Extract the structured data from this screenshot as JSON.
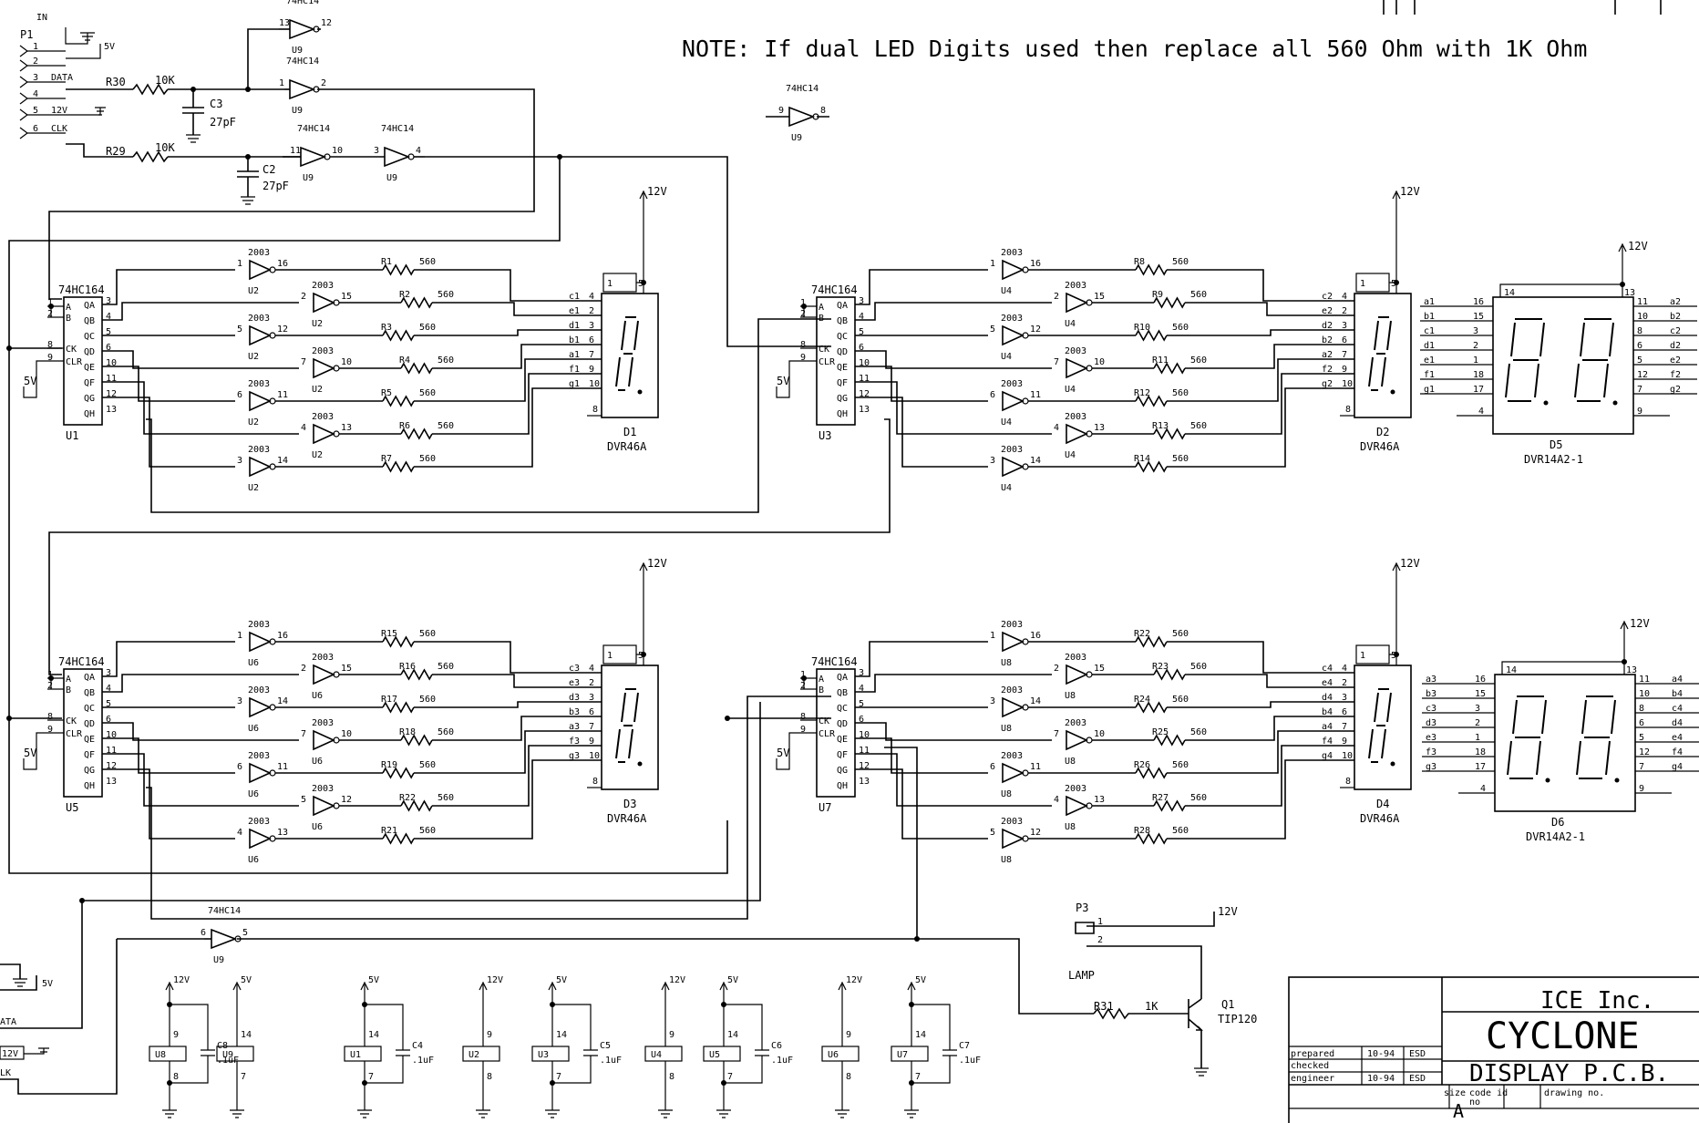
{
  "note": "NOTE:  If dual LED Digits used then replace all 560 Ohm with 1K Ohm",
  "connector_p1": {
    "ref": "P1",
    "label": "IN",
    "pins": [
      "1",
      "2",
      "3",
      "4",
      "5",
      "6"
    ],
    "signals": [
      "",
      "",
      "DATA",
      "",
      "12V",
      "CLK"
    ]
  },
  "connector_p3": {
    "ref": "P3",
    "label": "LAMP",
    "pins": [
      "1",
      "2"
    ]
  },
  "power": {
    "v5": "5V",
    "v12": "12V"
  },
  "input_network": {
    "r30": "R30",
    "r30_val": "10K",
    "r29": "R29",
    "r29_val": "10K",
    "c3": "C3",
    "c3_val": "27pF",
    "c2": "C2",
    "c2_val": "27pF"
  },
  "u9_gates": [
    {
      "part": "74HC14",
      "in": "13",
      "out": "12",
      "ref": "U9"
    },
    {
      "part": "74HC14",
      "in": "1",
      "out": "2",
      "ref": "U9"
    },
    {
      "part": "74HC14",
      "in": "11",
      "out": "10",
      "ref": "U9"
    },
    {
      "part": "74HC14",
      "in": "3",
      "out": "4",
      "ref": "U9"
    },
    {
      "part": "74HC14",
      "in": "9",
      "out": "8",
      "ref": "U9"
    },
    {
      "part": "74HC14",
      "in": "6",
      "out": "5",
      "ref": "U9"
    }
  ],
  "shift_registers": [
    {
      "ref": "U1",
      "part": "74HC164"
    },
    {
      "ref": "U3",
      "part": "74HC164"
    },
    {
      "ref": "U5",
      "part": "74HC164"
    },
    {
      "ref": "U7",
      "part": "74HC164"
    }
  ],
  "sr_pins": {
    "in_labels": [
      "A",
      "B",
      "CK",
      "CLR"
    ],
    "in_nums": [
      "1",
      "2",
      "8",
      "9"
    ],
    "out_labels": [
      "QA",
      "QB",
      "QC",
      "QD",
      "QE",
      "QF",
      "QG",
      "QH"
    ],
    "out_nums": [
      "3",
      "4",
      "5",
      "6",
      "10",
      "11",
      "12",
      "13"
    ]
  },
  "drivers": {
    "part": "2003",
    "refs": [
      "U2",
      "U4",
      "U6",
      "U8"
    ]
  },
  "bank1_rows": [
    {
      "in": "1",
      "out": "16",
      "r": "R1",
      "val": "560",
      "seg": "c1",
      "pin": "4"
    },
    {
      "in": "2",
      "out": "15",
      "r": "R2",
      "val": "560",
      "seg": "e1",
      "pin": "2"
    },
    {
      "in": "5",
      "out": "12",
      "r": "R3",
      "val": "560",
      "seg": "d1",
      "pin": "3"
    },
    {
      "in": "7",
      "out": "10",
      "r": "R4",
      "val": "560",
      "seg": "b1",
      "pin": "6"
    },
    {
      "in": "6",
      "out": "11",
      "r": "R5",
      "val": "560",
      "seg": "a1",
      "pin": "7"
    },
    {
      "in": "4",
      "out": "13",
      "r": "R6",
      "val": "560",
      "seg": "f1",
      "pin": "9"
    },
    {
      "in": "3",
      "out": "14",
      "r": "R7",
      "val": "560",
      "seg": "g1",
      "pin": "10"
    }
  ],
  "bank2_rows": [
    {
      "in": "1",
      "out": "16",
      "r": "R8",
      "val": "560",
      "seg": "c2",
      "pin": "4"
    },
    {
      "in": "2",
      "out": "15",
      "r": "R9",
      "val": "560",
      "seg": "e2",
      "pin": "2"
    },
    {
      "in": "5",
      "out": "12",
      "r": "R10",
      "val": "560",
      "seg": "d2",
      "pin": "3"
    },
    {
      "in": "7",
      "out": "10",
      "r": "R11",
      "val": "560",
      "seg": "b2",
      "pin": "6"
    },
    {
      "in": "6",
      "out": "11",
      "r": "R12",
      "val": "560",
      "seg": "a2",
      "pin": "7"
    },
    {
      "in": "4",
      "out": "13",
      "r": "R13",
      "val": "560",
      "seg": "f2",
      "pin": "9"
    },
    {
      "in": "3",
      "out": "14",
      "r": "R14",
      "val": "560",
      "seg": "g2",
      "pin": "10"
    }
  ],
  "bank3_rows": [
    {
      "in": "1",
      "out": "16",
      "r": "R15",
      "val": "560",
      "seg": "c3",
      "pin": "4"
    },
    {
      "in": "2",
      "out": "15",
      "r": "R16",
      "val": "560",
      "seg": "e3",
      "pin": "2"
    },
    {
      "in": "3",
      "out": "14",
      "r": "R17",
      "val": "560",
      "seg": "d3",
      "pin": "3"
    },
    {
      "in": "7",
      "out": "10",
      "r": "R18",
      "val": "560",
      "seg": "b3",
      "pin": "6"
    },
    {
      "in": "6",
      "out": "11",
      "r": "R19",
      "val": "560",
      "seg": "a3",
      "pin": "7"
    },
    {
      "in": "5",
      "out": "12",
      "r": "R22",
      "val": "560",
      "seg": "f3",
      "pin": "9"
    },
    {
      "in": "4",
      "out": "13",
      "r": "R21",
      "val": "560",
      "seg": "g3",
      "pin": "10"
    }
  ],
  "bank4_rows": [
    {
      "in": "1",
      "out": "16",
      "r": "R22",
      "val": "560",
      "seg": "c4",
      "pin": "4"
    },
    {
      "in": "2",
      "out": "15",
      "r": "R23",
      "val": "560",
      "seg": "e4",
      "pin": "2"
    },
    {
      "in": "3",
      "out": "14",
      "r": "R24",
      "val": "560",
      "seg": "d4",
      "pin": "3"
    },
    {
      "in": "7",
      "out": "10",
      "r": "R25",
      "val": "560",
      "seg": "b4",
      "pin": "6"
    },
    {
      "in": "6",
      "out": "11",
      "r": "R26",
      "val": "560",
      "seg": "a4",
      "pin": "7"
    },
    {
      "in": "4",
      "out": "13",
      "r": "R27",
      "val": "560",
      "seg": "f4",
      "pin": "9"
    },
    {
      "in": "5",
      "out": "12",
      "r": "R28",
      "val": "560",
      "seg": "g4",
      "pin": "10"
    }
  ],
  "single_digits": [
    {
      "ref": "D1",
      "part": "DVR46A",
      "pin_l": "1",
      "pin_r": "5",
      "dp": "8"
    },
    {
      "ref": "D2",
      "part": "DVR46A",
      "pin_l": "1",
      "pin_r": "5",
      "dp": "8"
    },
    {
      "ref": "D3",
      "part": "DVR46A",
      "pin_l": "1",
      "pin_r": "5",
      "dp": "8"
    },
    {
      "ref": "D4",
      "part": "DVR46A",
      "pin_l": "1",
      "pin_r": "5",
      "dp": "8"
    }
  ],
  "dual_digits": [
    {
      "ref": "D5",
      "part": "DVR14A2-1",
      "top_l": "14",
      "top_r": "13",
      "bot_l": "4",
      "bot_r": "9",
      "left": [
        {
          "seg": "a1",
          "pin": "16"
        },
        {
          "seg": "b1",
          "pin": "15"
        },
        {
          "seg": "c1",
          "pin": "3"
        },
        {
          "seg": "d1",
          "pin": "2"
        },
        {
          "seg": "e1",
          "pin": "1"
        },
        {
          "seg": "f1",
          "pin": "18"
        },
        {
          "seg": "g1",
          "pin": "17"
        }
      ],
      "right": [
        {
          "seg": "a2",
          "pin": "11"
        },
        {
          "seg": "b2",
          "pin": "10"
        },
        {
          "seg": "c2",
          "pin": "8"
        },
        {
          "seg": "d2",
          "pin": "6"
        },
        {
          "seg": "e2",
          "pin": "5"
        },
        {
          "seg": "f2",
          "pin": "12"
        },
        {
          "seg": "g2",
          "pin": "7"
        }
      ]
    },
    {
      "ref": "D6",
      "part": "DVR14A2-1",
      "top_l": "14",
      "top_r": "13",
      "bot_l": "4",
      "bot_r": "9",
      "left": [
        {
          "seg": "a3",
          "pin": "16"
        },
        {
          "seg": "b3",
          "pin": "15"
        },
        {
          "seg": "c3",
          "pin": "3"
        },
        {
          "seg": "d3",
          "pin": "2"
        },
        {
          "seg": "e3",
          "pin": "1"
        },
        {
          "seg": "f3",
          "pin": "18"
        },
        {
          "seg": "g3",
          "pin": "17"
        }
      ],
      "right": [
        {
          "seg": "a4",
          "pin": "11"
        },
        {
          "seg": "b4",
          "pin": "10"
        },
        {
          "seg": "c4",
          "pin": "8"
        },
        {
          "seg": "d4",
          "pin": "6"
        },
        {
          "seg": "e4",
          "pin": "5"
        },
        {
          "seg": "f4",
          "pin": "12"
        },
        {
          "seg": "g4",
          "pin": "7"
        }
      ]
    }
  ],
  "lamp": {
    "r31": "R31",
    "r31_val": "1K",
    "q1": "Q1",
    "q1_part": "TIP120"
  },
  "decoupling": [
    {
      "chip": "U8",
      "vcc": "12V",
      "top": "9",
      "bot": "8",
      "cap": "C8",
      "val": ".1uF"
    },
    {
      "chip": "U9",
      "vcc": "5V",
      "top": "14",
      "bot": "7"
    },
    {
      "chip": "U1",
      "vcc": "5V",
      "top": "14",
      "bot": "7",
      "cap": "C4",
      "val": ".1uF"
    },
    {
      "chip": "U2",
      "vcc": "12V",
      "top": "9",
      "bot": "8"
    },
    {
      "chip": "U3",
      "vcc": "5V",
      "top": "14",
      "bot": "7",
      "cap": "C5",
      "val": ".1uF"
    },
    {
      "chip": "U4",
      "vcc": "12V",
      "top": "9",
      "bot": "8"
    },
    {
      "chip": "U5",
      "vcc": "5V",
      "top": "14",
      "bot": "7",
      "cap": "C6",
      "val": ".1uF"
    },
    {
      "chip": "U6",
      "vcc": "12V",
      "top": "9",
      "bot": "8"
    },
    {
      "chip": "U7",
      "vcc": "5V",
      "top": "14",
      "bot": "7",
      "cap": "C7",
      "val": ".1uF"
    }
  ],
  "partial_connector": {
    "labels": [
      "5V",
      "ATA",
      "12V",
      "LK"
    ]
  },
  "title_block": {
    "company": "ICE Inc.",
    "project": "CYCLONE",
    "subtitle": "DISPLAY P.C.B.",
    "rows": [
      {
        "role": "prepared",
        "date": "10-94",
        "by": "ESD"
      },
      {
        "role": "checked",
        "date": "",
        "by": ""
      },
      {
        "role": "engineer",
        "date": "10-94",
        "by": "ESD"
      }
    ],
    "size_label": "size",
    "code_label": "code id",
    "code_val": "no",
    "drawing_label": "drawing no.",
    "size_val": "A"
  }
}
